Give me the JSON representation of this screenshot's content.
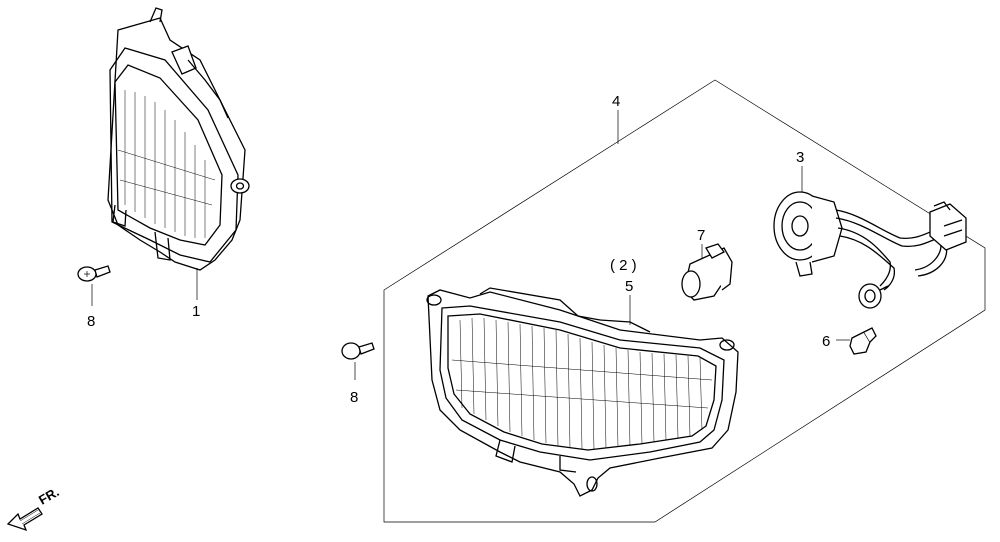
{
  "callouts": {
    "c1": "1",
    "c3": "3",
    "c4": "4",
    "c5": "5",
    "c6": "6",
    "c7": "7",
    "c8a": "8",
    "c8b": "8",
    "qty": "( 2 )"
  },
  "direction_label": "FR."
}
